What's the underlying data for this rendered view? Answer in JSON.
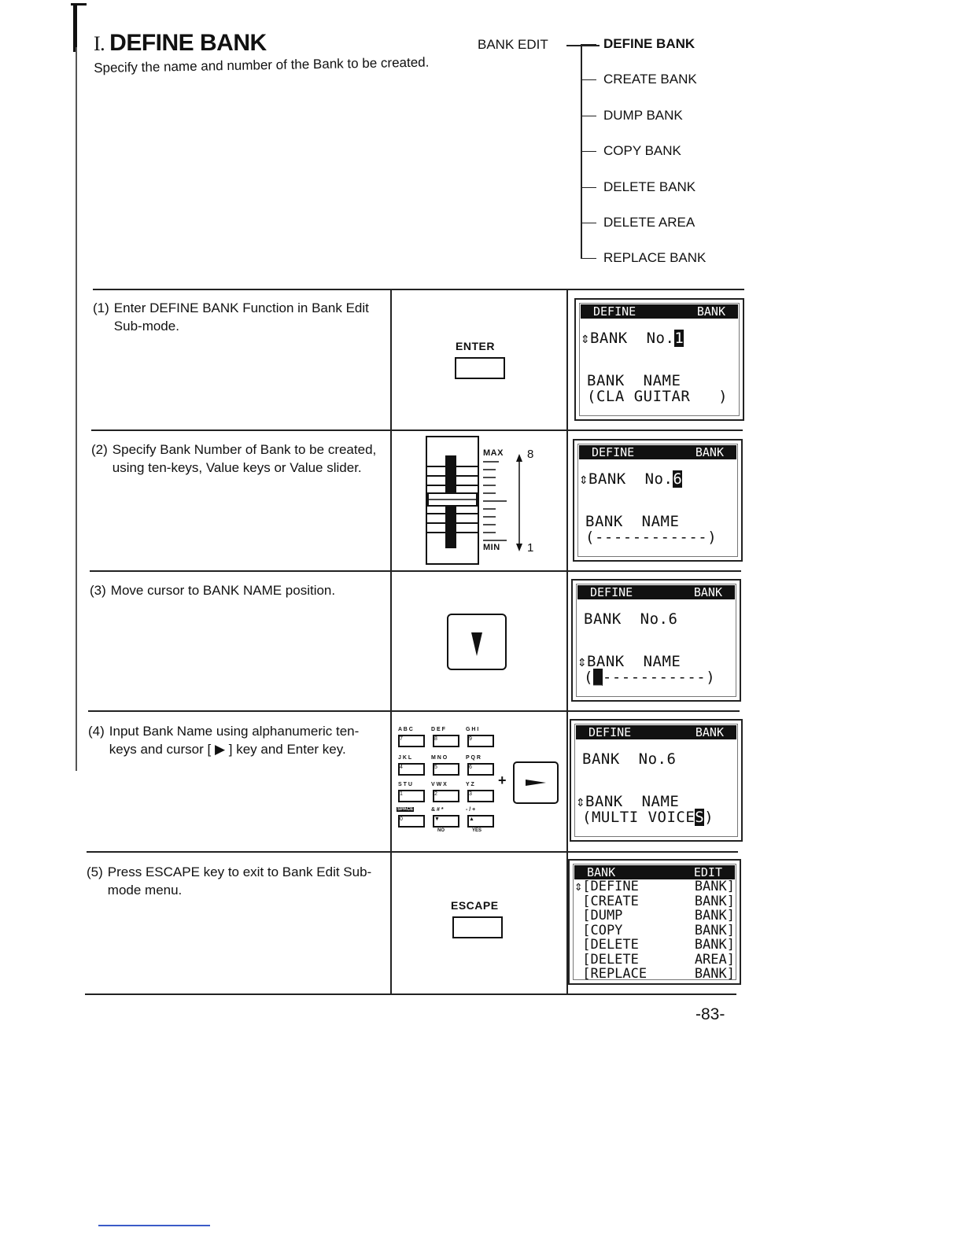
{
  "section": {
    "number": "I.",
    "title": "DEFINE BANK",
    "intro": "Specify the name and number of the Bank to be created."
  },
  "tree": {
    "root": "BANK EDIT",
    "items": [
      "DEFINE BANK",
      "CREATE BANK",
      "DUMP BANK",
      "COPY BANK",
      "DELETE BANK",
      "DELETE AREA",
      "REPLACE BANK"
    ]
  },
  "steps": [
    {
      "num": "(1)",
      "text": "Enter DEFINE BANK Function in Bank Edit Sub-mode."
    },
    {
      "num": "(2)",
      "text": "Specify Bank Number of Bank to be created, using ten-keys, Value keys or Value slider."
    },
    {
      "num": "(3)",
      "text": "Move cursor to BANK NAME position."
    },
    {
      "num": "(4)",
      "text": "Input Bank Name using alphanumeric ten-keys and cursor [ ▶ ] key and Enter key."
    },
    {
      "num": "(5)",
      "text": "Press ESCAPE key to exit to Bank Edit Sub-mode menu."
    }
  ],
  "keys": {
    "enter": "ENTER",
    "escape": "ESCAPE",
    "slider_max": "MAX",
    "slider_min": "MIN",
    "slider_max_value": "8",
    "slider_min_value": "1",
    "plus": "+",
    "keypad_groups": [
      "A B C",
      "D E F",
      "G H I",
      "J K L",
      "M N O",
      "P Q R",
      "S T U",
      "V W X",
      "Y Z",
      "SPACE",
      "& # *",
      "- / +"
    ],
    "keypad_digits": [
      "7",
      "8",
      "9",
      "4",
      "5",
      "6",
      "1",
      "2",
      "3",
      "0",
      "▼",
      "▲"
    ],
    "keypad_bottom": [
      "NO",
      "YES"
    ]
  },
  "lcd": {
    "header_left": "DEFINE",
    "header_right": "BANK",
    "screen1": {
      "line1_prefix": "⇕BANK  No.",
      "cursor1": "1",
      "line2": "BANK  NAME",
      "line3": "(CLA GUITAR   )"
    },
    "screen2": {
      "line1_prefix": "⇕BANK  No.",
      "cursor1": "6",
      "line2": "BANK  NAME",
      "line3": "(------------)"
    },
    "screen3": {
      "line1": "BANK  No.6",
      "line2": "⇕BANK  NAME",
      "line3_prefix": "(",
      "cursor3": "_",
      "line3_suffix": "-----------)"
    },
    "screen4": {
      "line1": "BANK  No.6",
      "line2": "⇕BANK  NAME",
      "line3_prefix": "(MULTI VOICE",
      "cursor3": "S",
      "line3_suffix": ")"
    },
    "screen5": {
      "header_left": "BANK",
      "header_right": "EDIT",
      "rows": [
        {
          "left": "⇕[DEFINE",
          "right": "BANK]"
        },
        {
          "left": " [CREATE",
          "right": "BANK]"
        },
        {
          "left": " [DUMP",
          "right": "BANK]"
        },
        {
          "left": " [COPY",
          "right": "BANK]"
        },
        {
          "left": " [DELETE",
          "right": "BANK]"
        },
        {
          "left": " [DELETE",
          "right": "AREA]"
        },
        {
          "left": " [REPLACE",
          "right": "BANK]"
        }
      ]
    }
  },
  "page_number": "-83-"
}
